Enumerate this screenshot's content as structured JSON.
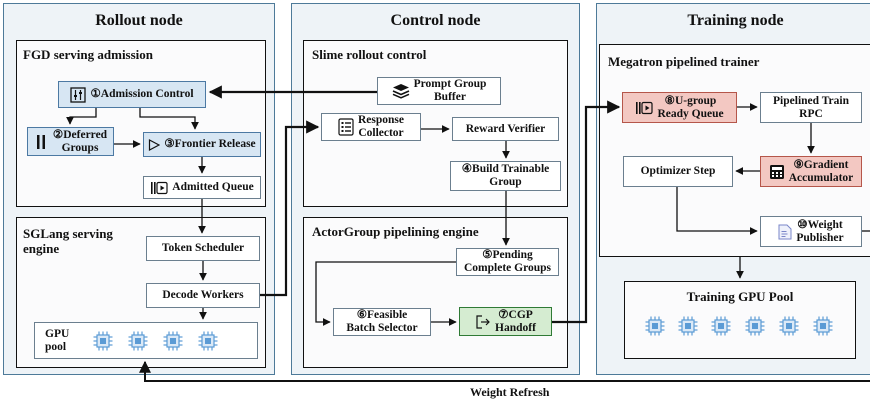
{
  "columns": {
    "rollout": "Rollout node",
    "control": "Control node",
    "training": "Training node"
  },
  "panels": {
    "fgd": "FGD serving admission",
    "sglang_line1": "SGLang serving",
    "sglang_line2": "engine",
    "slime": "Slime rollout control",
    "actorgroup": "ActorGroup pipelining engine",
    "megatron": "Megatron pipelined trainer",
    "training_gpu": "Training GPU Pool"
  },
  "boxes": {
    "admission": "①Admission Control",
    "deferred_1": "②Deferred",
    "deferred_2": "Groups",
    "frontier": "③Frontier Release",
    "admitted": "Admitted Queue",
    "token_sched": "Token Scheduler",
    "decode": "Decode Workers",
    "gpu_pool_1": "GPU",
    "gpu_pool_2": "pool",
    "prompt_1": "Prompt Group",
    "prompt_2": "Buffer",
    "response_1": "Response",
    "response_2": "Collector",
    "reward": "Reward Verifier",
    "build_1": "④Build Trainable",
    "build_2": "Group",
    "pending_1": "⑤Pending",
    "pending_2": "Complete Groups",
    "feasible_1": "⑥Feasible",
    "feasible_2": "Batch Selector",
    "cgp_1": "⑦CGP",
    "cgp_2": "Handoff",
    "ugroup_1": "⑧U-group",
    "ugroup_2": "Ready Queue",
    "pipelined_1": "Pipelined Train",
    "pipelined_2": "RPC",
    "optimizer": "Optimizer Step",
    "gradient_1": "⑨Gradient",
    "gradient_2": "Accumulator",
    "weightpub_1": "⑩Weight",
    "weightpub_2": "Publisher"
  },
  "weight_refresh": "Weight Refresh",
  "icons": [
    "sliders-icon",
    "pause-icon",
    "play-icon",
    "queue-icon",
    "layers-icon",
    "list-icon",
    "export-icon",
    "calculator-icon",
    "document-icon",
    "chip-icon"
  ],
  "colors": {
    "column_border": "#4d7a99",
    "column_fill": "#eef3f7",
    "blue_box": "#d7e6f3",
    "red_box": "#f3c8c2",
    "green_box": "#d5ecd1",
    "chip": "#5b9bd5"
  }
}
